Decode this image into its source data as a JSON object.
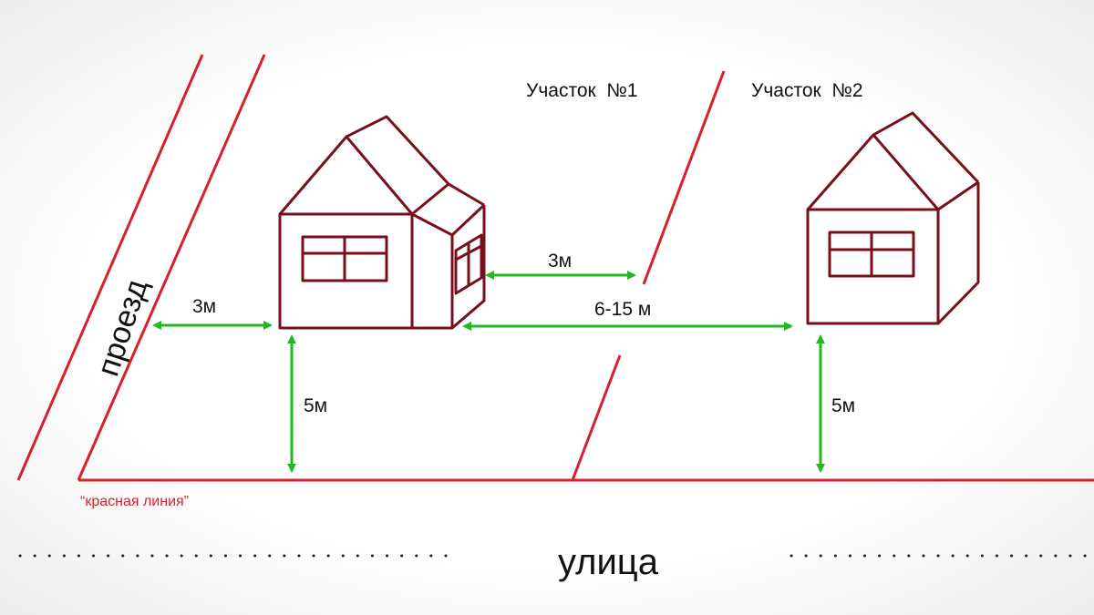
{
  "labels": {
    "plot1": "Участок  №1",
    "plot2": "Участок  №2",
    "passage": "проезд",
    "red_line": "“красная линия”",
    "street": "улица"
  },
  "dimensions": {
    "left_gap": "3м",
    "house1_front": "5м",
    "house2_front": "5м",
    "boundary_gap": "3м",
    "between_houses": "6-15 м"
  },
  "colors": {
    "line_red": "#d8202c",
    "house_outline": "#7a0f1c",
    "arrow_green": "#22b822",
    "text": "#111111",
    "red_line_label": "#d8202c"
  }
}
